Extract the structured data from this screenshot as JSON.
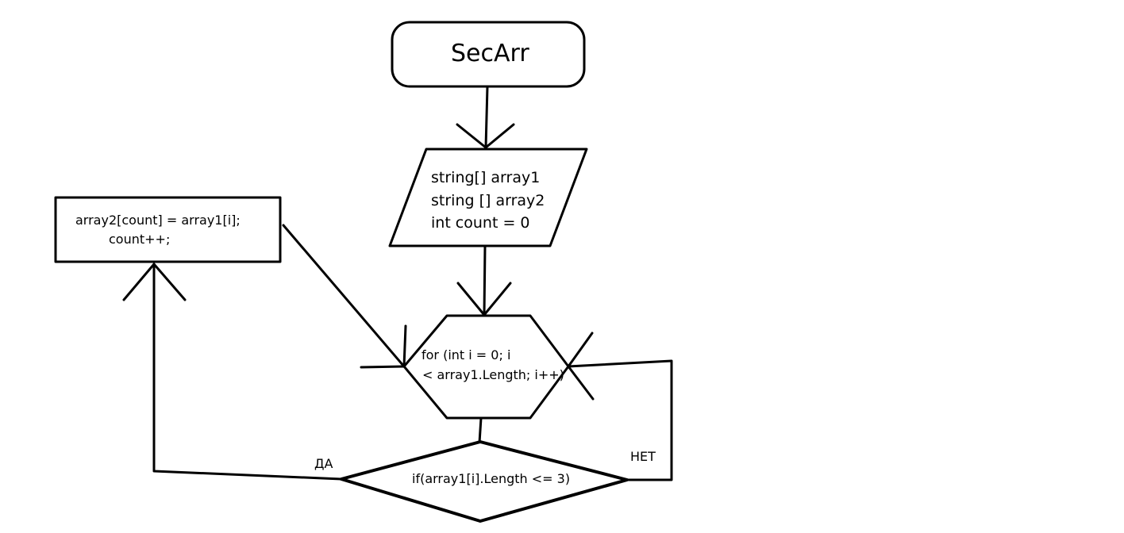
{
  "start": {
    "label": "SecArr"
  },
  "declarations": {
    "lines": [
      "string[] array1",
      "string [] array2",
      "int count = 0"
    ]
  },
  "loop": {
    "lines": [
      "for (int i = 0; i",
      "< array1.Length; i++)"
    ]
  },
  "condition": {
    "label": "if(array1[i].Length <= 3)"
  },
  "assignment": {
    "lines": [
      "array2[count] = array1[i];",
      "count++;"
    ]
  },
  "branches": {
    "yes": "ДА",
    "no": "НЕТ"
  }
}
